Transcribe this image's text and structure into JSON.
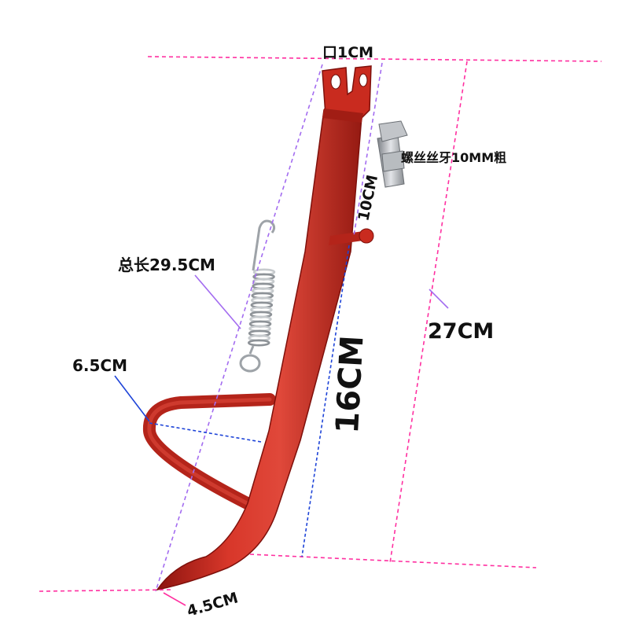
{
  "labels": {
    "hole": "口1CM",
    "bolt": "螺丝丝牙10MM粗",
    "upper_segment": "10CM",
    "spring_total_length": "总长29.5CM",
    "height": "27CM",
    "triangle_width": "6.5CM",
    "lower_segment": "16CM",
    "foot_width": "4.5CM"
  },
  "colors": {
    "stand_red": "#c8281e",
    "measure_pink": "#ff2fa0",
    "measure_purple": "#a36cf0",
    "measure_blue": "#1e44d8",
    "text": "#111111"
  }
}
